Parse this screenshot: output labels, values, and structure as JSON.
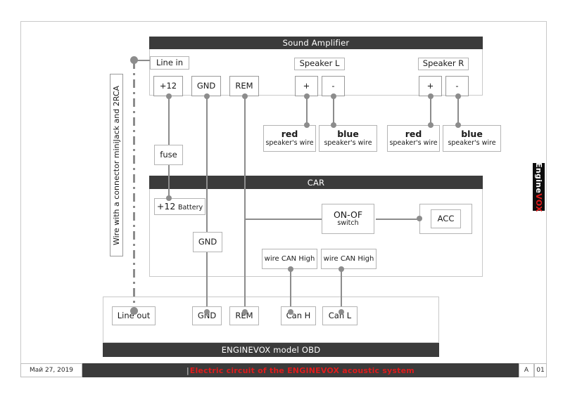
{
  "document": {
    "footer": {
      "date": "Май 27, 2019",
      "title": "Electric circuit of the ENGINEVOX acoustic system",
      "revision": "A",
      "page": "01"
    },
    "brand": {
      "name_white": "Engine",
      "name_red": "VOX"
    }
  },
  "annotations": {
    "signal_wire_caption": "Wire with a connector miniJack and 2RCA"
  },
  "amplifier": {
    "title": "Sound Amplifier",
    "line_in": "Line in",
    "power_terminals": [
      {
        "label": "+12"
      },
      {
        "label": "GND"
      },
      {
        "label": "REM"
      }
    ],
    "speaker_groups": [
      {
        "title": "Speaker L",
        "terminals": [
          {
            "label": "+"
          },
          {
            "label": "-"
          }
        ]
      },
      {
        "title": "Speaker R",
        "terminals": [
          {
            "label": "+"
          },
          {
            "label": "-"
          }
        ]
      }
    ],
    "speaker_wires": [
      {
        "color": "red",
        "desc": "speaker's wire"
      },
      {
        "color": "blue",
        "desc": "speaker's wire"
      },
      {
        "color": "red",
        "desc": "speaker's wire"
      },
      {
        "color": "blue",
        "desc": "speaker's wire"
      }
    ],
    "fuse": "fuse"
  },
  "car": {
    "title": "CAR",
    "battery": {
      "voltage": "+12",
      "label": "Battery"
    },
    "ground": "GND",
    "switch": {
      "line1": "ON-OF",
      "line2": "switch"
    },
    "acc": "ACC",
    "can_wires": [
      {
        "label": "wire CAN High"
      },
      {
        "label": "wire CAN High"
      }
    ]
  },
  "device": {
    "title": "ENGINEVOX model OBD",
    "terminals": [
      {
        "label": "Line out"
      },
      {
        "label": "GND"
      },
      {
        "label": "REM"
      },
      {
        "label": "Can H"
      },
      {
        "label": "Can L"
      }
    ]
  },
  "colors": {
    "band": "#3b3b3b",
    "wire": "#8c8c8c",
    "accent_red": "#e01b1b",
    "frame": "#c9c9c9"
  }
}
